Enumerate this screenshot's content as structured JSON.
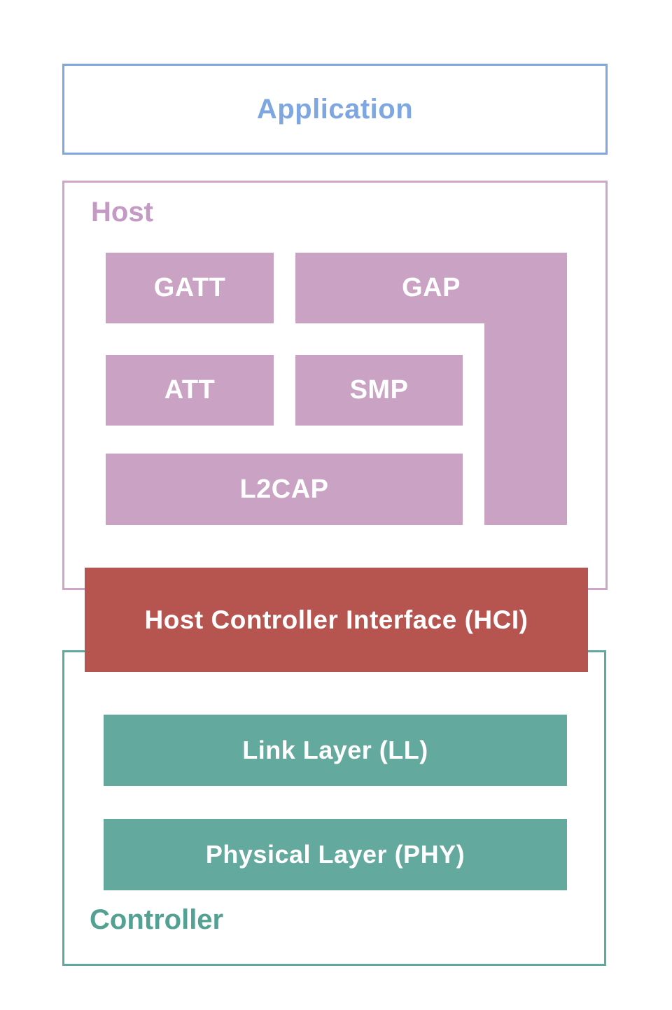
{
  "layers": {
    "application": {
      "label": "Application"
    },
    "host": {
      "label": "Host",
      "blocks": {
        "gatt": "GATT",
        "gap": "GAP",
        "att": "ATT",
        "smp": "SMP",
        "l2cap": "L2CAP"
      }
    },
    "hci": {
      "label": "Host Controller Interface (HCI)"
    },
    "controller": {
      "label": "Controller",
      "blocks": {
        "link_layer": "Link Layer (LL)",
        "phy": "Physical Layer (PHY)"
      }
    }
  },
  "colors": {
    "blue": "#7ea6e0",
    "pink-fill": "#c9a2c4",
    "pink-border": "#cda6ca",
    "pink-label": "#c49ac4",
    "red": "#b65450",
    "teal-fill": "#63a99d",
    "teal-border": "#5fa99e",
    "teal-label": "#52a193",
    "block-text": "#ffffff"
  }
}
